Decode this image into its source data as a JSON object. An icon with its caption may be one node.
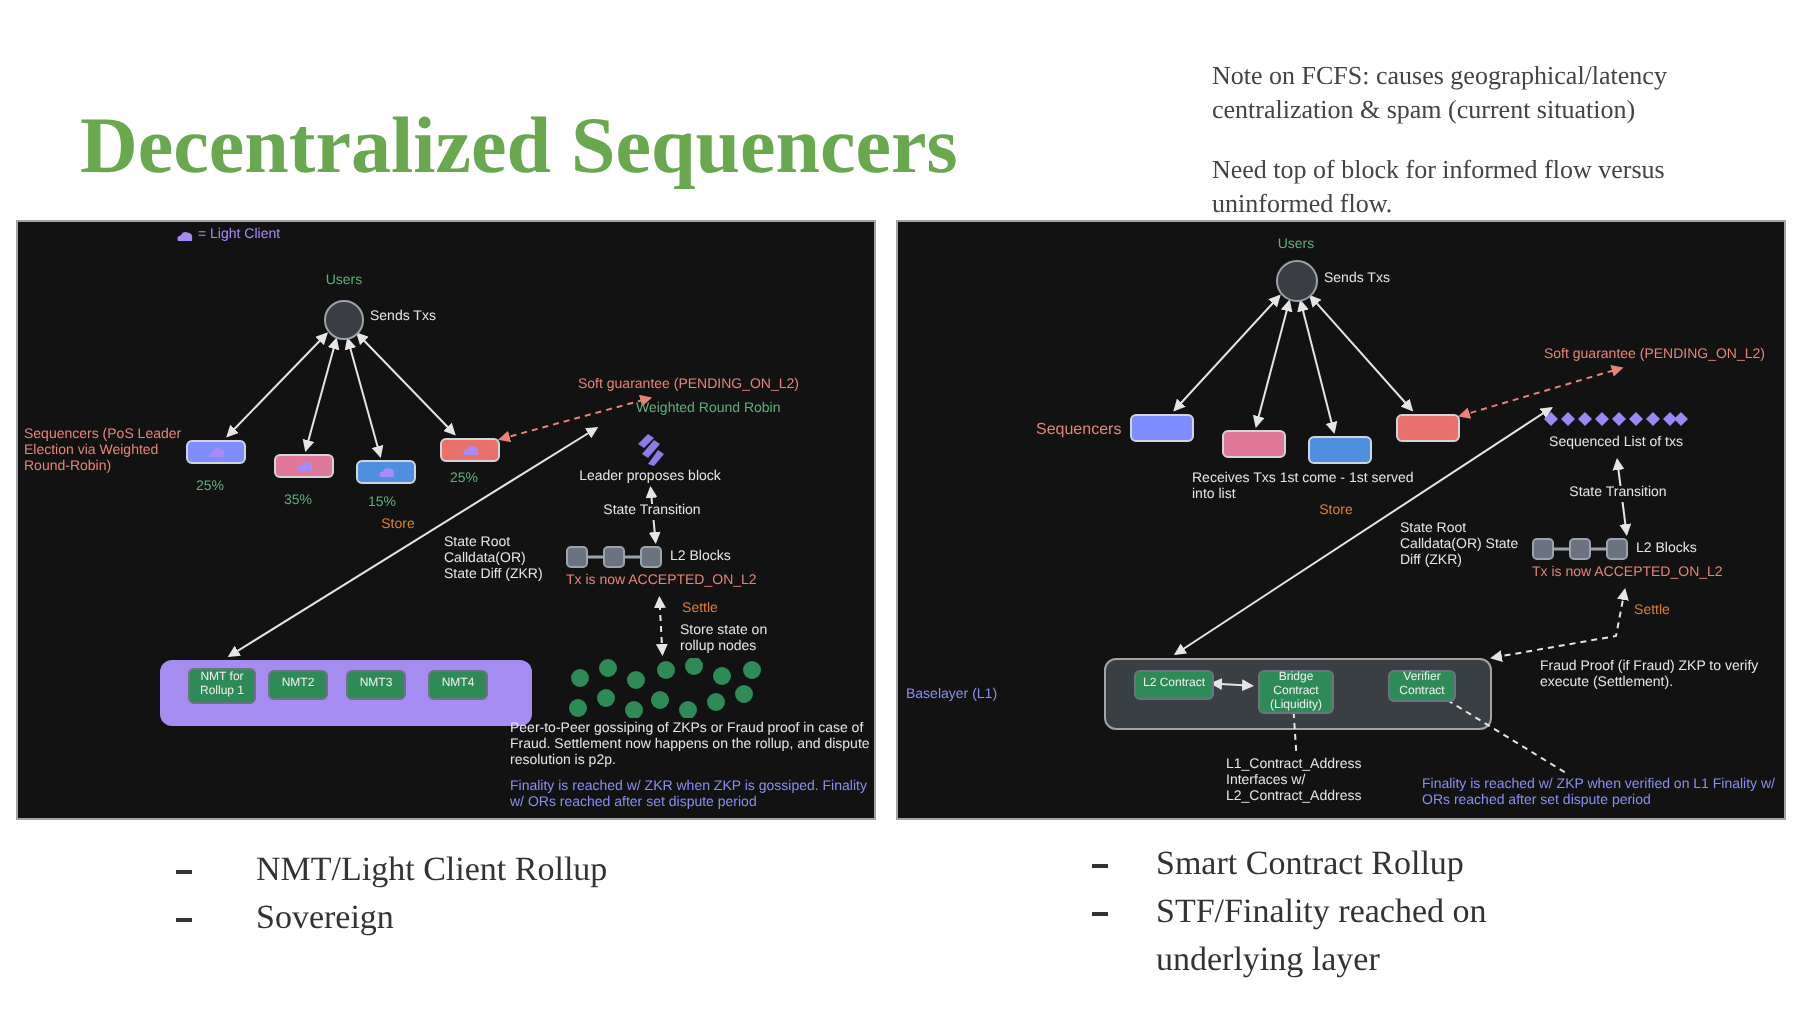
{
  "diagram": {
    "title": "Decentralized Sequencers",
    "nodes": [
      {
        "text": [],
        "shape": "box"
      },
      {
        "text": [
          "Users"
        ],
        "beside": [
          "Sends Txs"
        ],
        "in": 0
      },
      {
        "text": [],
        "shape": "box",
        "beside": [
          "25%"
        ],
        "in": 0
      },
      {
        "text": [],
        "shape": "box",
        "beside": [
          "35%"
        ],
        "in": 0
      },
      {
        "text": [],
        "shape": "box",
        "beside": [
          "15%"
        ],
        "in": 0
      },
      {
        "text": [],
        "shape": "box",
        "beside": [
          "25%"
        ],
        "in": 0
      },
      {
        "text": [
          "Soft guarantee (PENDING_ON_L2)"
        ],
        "in": 0
      },
      {
        "text": [
          "Leader proposes block"
        ],
        "in": 0
      },
      {
        "text": [
          "L2 Blocks",
          "Tx is now ACCEPTED_ON_L2"
        ],
        "in": 0
      },
      {
        "text": [],
        "shape": "picture",
        "in": 0
      },
      {
        "text": [],
        "shape": "box",
        "in": 0
      },
      {
        "text": [
          "NMT for Rollup 1"
        ],
        "in": 10
      },
      {
        "text": [
          "NMT2"
        ],
        "in": 10
      },
      {
        "text": [
          "NMT3"
        ],
        "in": 10
      },
      {
        "text": [
          "NMT4"
        ],
        "in": 10
      },
      {
        "text": [],
        "shape": "box"
      },
      {
        "text": [
          "Users"
        ],
        "beside": [
          "Sends Txs"
        ],
        "in": 15
      },
      {
        "text": [],
        "shape": "box",
        "in": 15
      },
      {
        "text": [],
        "shape": "box",
        "in": 15
      },
      {
        "text": [],
        "shape": "box",
        "in": 15
      },
      {
        "text": [],
        "shape": "box",
        "in": 15
      },
      {
        "text": [
          "Soft guarantee (PENDING_ON_L2)"
        ],
        "in": 15
      },
      {
        "text": [
          "Sequenced List of txs"
        ],
        "in": 15
      },
      {
        "text": [
          "L2 Blocks",
          "Tx is now ACCEPTED_ON_L2"
        ],
        "in": 15
      },
      {
        "text": [],
        "shape": "box",
        "in": 15
      },
      {
        "text": [
          "L2 Contract"
        ],
        "in": 24
      },
      {
        "text": [
          "Bridge Contract (Liquidity)"
        ],
        "in": 24
      },
      {
        "text": [
          "Verifier Contract"
        ],
        "in": 24
      },
      {
        "text": [
          "L1_Contract_Address Interfaces w/ L2_Contract_Address"
        ],
        "in": 15
      },
      {
        "text": [
          "Finality is reached w/ ZKP when verified on L1 Finality w/ ORs reached after set dispute period"
        ],
        "in": 15
      }
    ],
    "edges": [
      {
        "from": 1,
        "to": 2,
        "arrow": "both"
      },
      {
        "from": 1,
        "to": 3,
        "arrow": "both"
      },
      {
        "from": 1,
        "to": 4,
        "arrow": "both"
      },
      {
        "from": 1,
        "to": 5,
        "arrow": "both"
      },
      {
        "from": 5,
        "to": 6,
        "arrow": "both",
        "style": "dashed",
        "color": "#e8837a"
      },
      {
        "from": 10,
        "to": 7,
        "arrow": "both",
        "label": "Store"
      },
      {
        "from": 7,
        "to": 8,
        "arrow": "both",
        "label": "State Transition"
      },
      {
        "from": 9,
        "to": 8,
        "arrow": "both",
        "label": "Settle",
        "style": "dashed"
      },
      {
        "from": 16,
        "to": 17,
        "arrow": "both"
      },
      {
        "from": 16,
        "to": 18,
        "arrow": "both"
      },
      {
        "from": 16,
        "to": 19,
        "arrow": "both"
      },
      {
        "from": 16,
        "to": 20,
        "arrow": "both"
      },
      {
        "from": 20,
        "to": 21,
        "arrow": "both",
        "style": "dashed",
        "color": "#e8837a"
      },
      {
        "from": 24,
        "to": 22,
        "arrow": "both",
        "label": "Store"
      },
      {
        "from": 22,
        "to": 23,
        "arrow": "both",
        "label": "State Transition"
      },
      {
        "from": 23,
        "to": 24,
        "arrow": "both",
        "label": "Settle",
        "style": "dashed"
      },
      {
        "from": 25,
        "to": 26,
        "arrow": "both"
      },
      {
        "from": 26,
        "to": 28,
        "arrow": "none",
        "style": "dashed"
      },
      {
        "from": 27,
        "to": 29,
        "arrow": "none",
        "style": "dashed"
      }
    ],
    "labels": [
      "Note on FCFS: causes geographical/latency centralization & spam (current situation)",
      "Need top of block for informed flow versus uninformed flow.",
      "Sequencers (PoS Leader Election via Weighted Round-Robin)",
      "Weighted Round Robin",
      "State Root Calldata(OR) State Diff (ZKR)",
      "Store state on rollup nodes",
      "Peer-to-Peer gossiping of ZKPs or Fraud proof in case of Fraud. Settlement now happens on the rollup, and dispute resolution is p2p.",
      "Finality is reached w/ ZKR when ZKP is gossiped. Finality w/ ORs reached after set dispute period",
      "Sequencers",
      "Receives Txs 1st come - 1st served into list",
      "State Root Calldata(OR) State Diff (ZKR)",
      "Fraud Proof (if Fraud) ZKP to verify execute (Settlement).",
      "NMT/Light Client Rollup",
      "Sovereign",
      "Smart Contract Rollup",
      "STF/Finality reached on underlying layer",
      "Baselayer (L1)"
    ],
    "legend": [
      {
        "text": "= Light Client"
      }
    ]
  }
}
